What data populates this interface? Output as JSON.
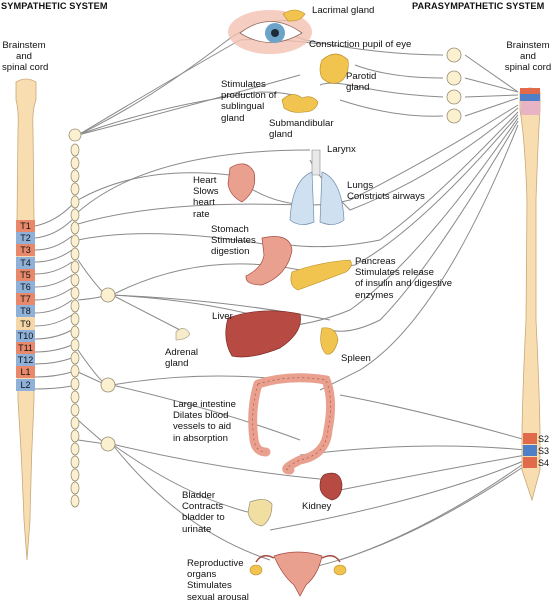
{
  "headers": {
    "sympathetic": "SYMPATHETIC SYSTEM",
    "parasympathetic": "PARASYMPATHETIC SYSTEM"
  },
  "cns_label_left": [
    "Brainstem",
    "and",
    "spinal cord"
  ],
  "cns_label_right": [
    "Brainstem",
    "and",
    "spinal cord"
  ],
  "segments": [
    {
      "label": "T1",
      "color": "#e8896b"
    },
    {
      "label": "T2",
      "color": "#8fb1d9"
    },
    {
      "label": "T3",
      "color": "#e8896b"
    },
    {
      "label": "T4",
      "color": "#8fb1d9"
    },
    {
      "label": "T5",
      "color": "#e8896b"
    },
    {
      "label": "T6",
      "color": "#8fb1d9"
    },
    {
      "label": "T7",
      "color": "#e8896b"
    },
    {
      "label": "T8",
      "color": "#8fb1d9"
    },
    {
      "label": "T9",
      "color": "#f5d7a8"
    },
    {
      "label": "T10",
      "color": "#8fb1d9"
    },
    {
      "label": "T11",
      "color": "#e8896b"
    },
    {
      "label": "T12",
      "color": "#8fb1d9"
    },
    {
      "label": "L1",
      "color": "#e8896b"
    },
    {
      "label": "L2",
      "color": "#8fb1d9"
    }
  ],
  "sacral_segments": [
    {
      "label": "S2",
      "color": "#e06a4a"
    },
    {
      "label": "S3",
      "color": "#4f7fc7"
    },
    {
      "label": "S4",
      "color": "#e06a4a"
    }
  ],
  "organs": {
    "lacrimal": [
      "Lacrimal gland"
    ],
    "eye": [
      "Constriction pupil of eye"
    ],
    "parotid": [
      "Parotid",
      "gland"
    ],
    "sublingual": [
      "Stimulates",
      "production of",
      "sublingual",
      "gland"
    ],
    "submandibular": [
      "Submandibular",
      "gland"
    ],
    "larynx": [
      "Larynx"
    ],
    "lungs": [
      "Lungs",
      "Constricts airways"
    ],
    "heart": [
      "Heart",
      "Slows",
      "heart",
      "rate"
    ],
    "stomach": [
      "Stomach",
      "Stimulates",
      "digestion"
    ],
    "pancreas": [
      "Pancreas",
      "Stimulates release",
      "of insulin and  digestive",
      "enzymes"
    ],
    "liver": [
      "Liver"
    ],
    "adrenal": [
      "Adrenal",
      "gland"
    ],
    "spleen": [
      "Spleen"
    ],
    "intestine": [
      "Large intestine",
      "Dilates blood",
      "vessels to aid",
      "in absorption"
    ],
    "kidney": [
      "Kidney"
    ],
    "bladder": [
      "Bladder",
      "Contracts",
      "bladder to",
      "urinate"
    ],
    "reproductive": [
      "Reproductive",
      "organs",
      "Stimulates",
      "sexual arousal"
    ]
  },
  "colors": {
    "cord": "#f8ddb0",
    "nerve": "#8a8a8a",
    "ganglion": "#fbf0cf",
    "organ_red": "#c8524a",
    "organ_pink": "#e9a08f",
    "organ_yellow": "#f0c44e",
    "lung_blue": "#cfe0f0"
  }
}
